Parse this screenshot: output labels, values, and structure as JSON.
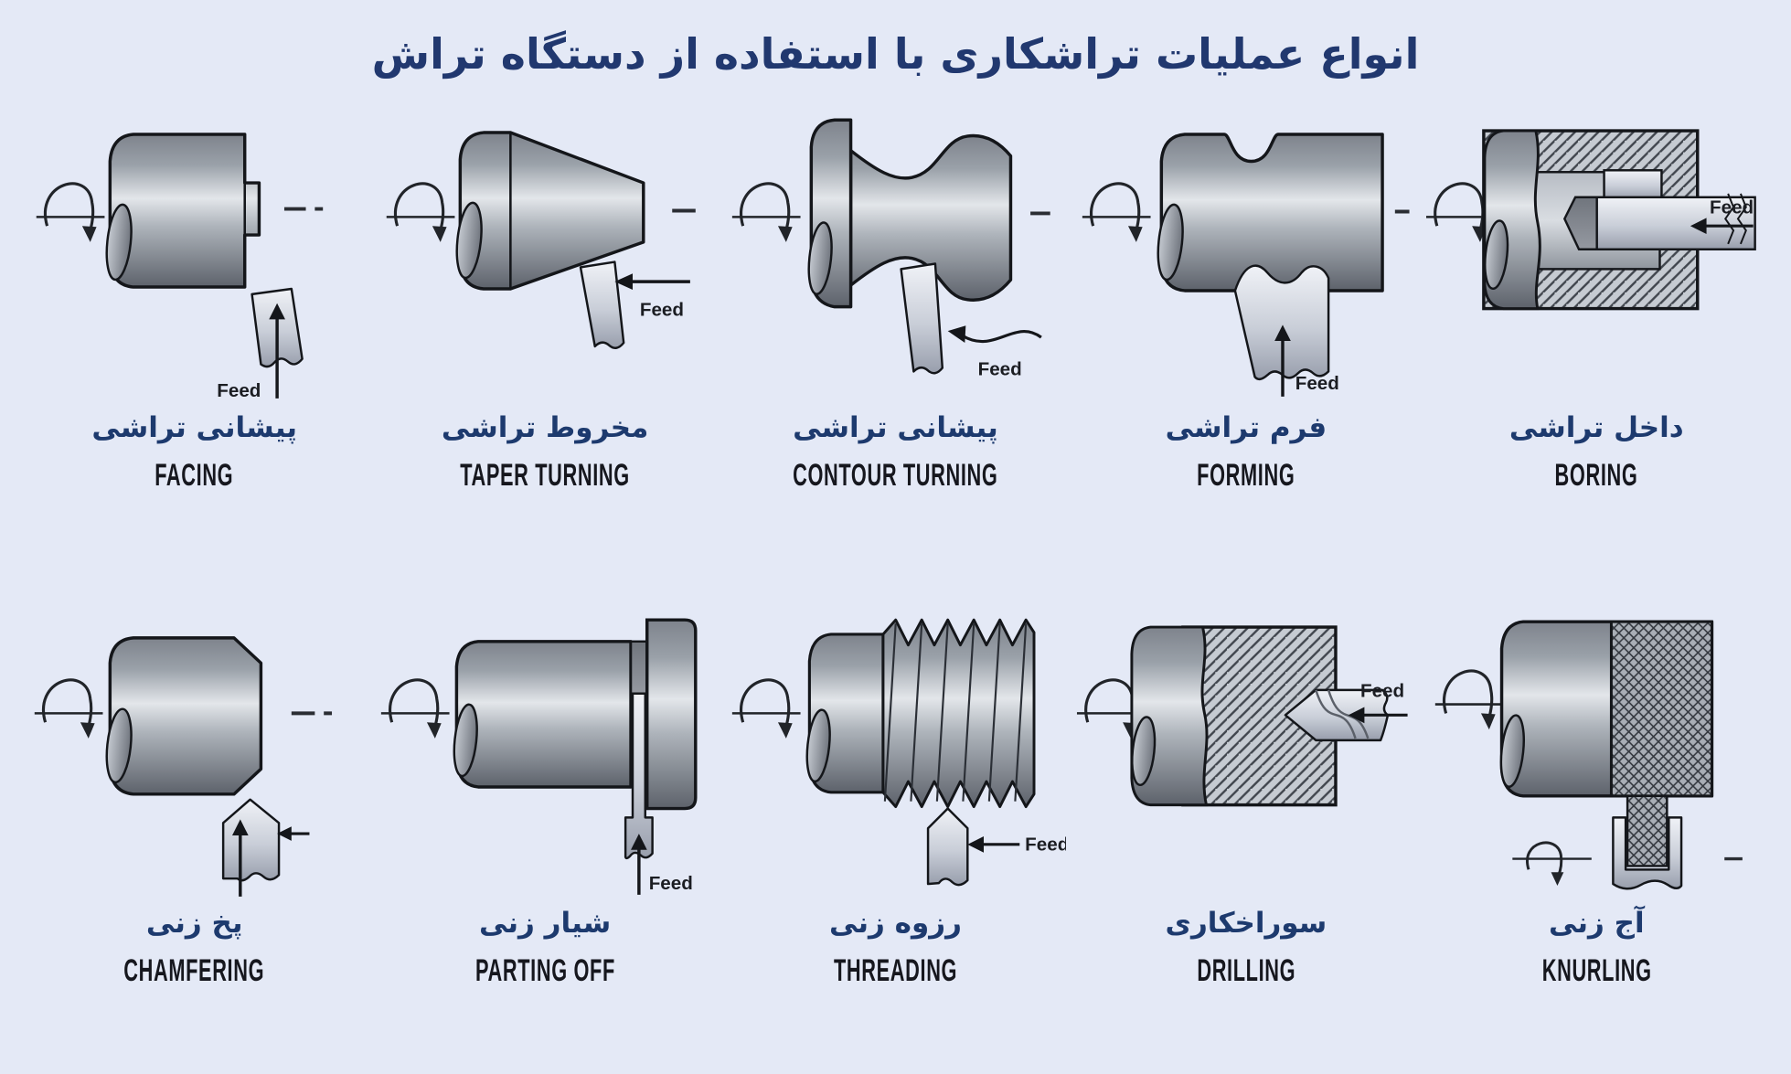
{
  "page": {
    "title": "انواع عملیات تراشکاری با استفاده از دستگاه تراش",
    "bg_color": "#e4e9f6",
    "title_color": "#21386f",
    "persian_label_color": "#1d3a6e",
    "english_label_color": "#16171e"
  },
  "feed_label": "Feed",
  "operations": [
    {
      "id": "facing",
      "persian": "پیشانی تراشی",
      "english": "FACING"
    },
    {
      "id": "taper-turning",
      "persian": "مخروط تراشی",
      "english": "TAPER TURNING"
    },
    {
      "id": "contour-turning",
      "persian": "پیشانی تراشی",
      "english": "CONTOUR TURNING"
    },
    {
      "id": "forming",
      "persian": "فرم تراشی",
      "english": "FORMING"
    },
    {
      "id": "boring",
      "persian": "داخل تراشی",
      "english": "BORING"
    },
    {
      "id": "chamfering",
      "persian": "پخ زنی",
      "english": "CHAMFERING"
    },
    {
      "id": "parting-off",
      "persian": "شیار زنی",
      "english": "PARTING OFF"
    },
    {
      "id": "threading",
      "persian": "رزوه زنی",
      "english": "THREADING"
    },
    {
      "id": "drilling",
      "persian": "سوراخکاری",
      "english": "DRILLING"
    },
    {
      "id": "knurling",
      "persian": "آج زنی",
      "english": "KNURLING"
    }
  ]
}
